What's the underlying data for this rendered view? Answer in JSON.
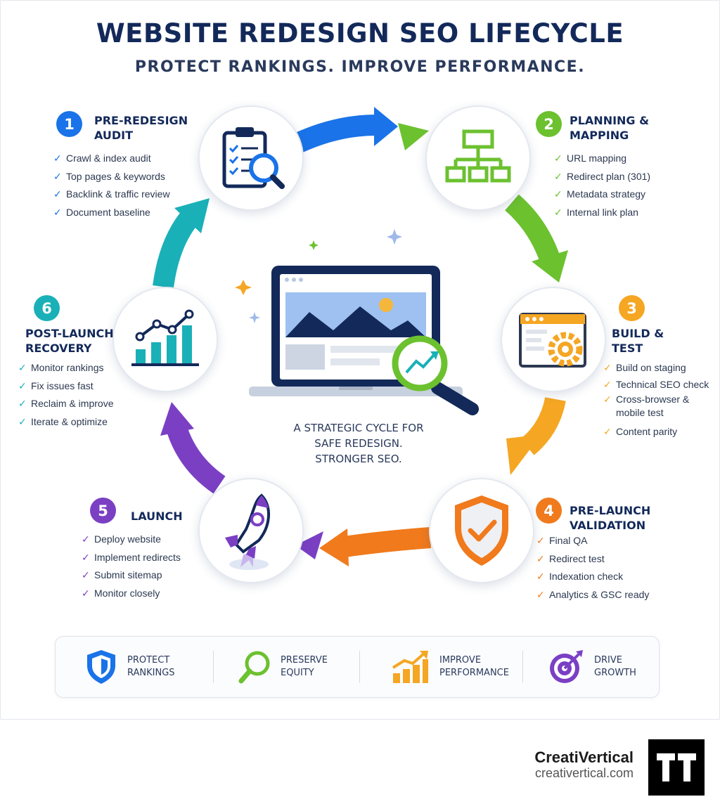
{
  "title": "WEBSITE REDESIGN SEO LIFECYCLE",
  "subtitle": "PROTECT RANKINGS. IMPROVE PERFORMANCE.",
  "center_text": "A STRATEGIC CYCLE FOR\nSAFE REDESIGN.\nSTRONGER SEO.",
  "stages": [
    {
      "number": "1",
      "title": "PRE-REDESIGN\nAUDIT",
      "color": "#1a73e8",
      "icon": "clipboard-search-icon",
      "items": [
        "Crawl & index audit",
        "Top pages & keywords",
        "Backlink & traffic review",
        "Document baseline"
      ]
    },
    {
      "number": "2",
      "title": "PLANNING &\nMAPPING",
      "color": "#6cc12f",
      "icon": "sitemap-icon",
      "items": [
        "URL mapping",
        "Redirect plan (301)",
        "Metadata strategy",
        "Internal link plan"
      ]
    },
    {
      "number": "3",
      "title": "BUILD &\nTEST",
      "color": "#f5a623",
      "icon": "browser-gear-icon",
      "items": [
        "Build on staging",
        "Technical SEO check",
        "Cross-browser &",
        "mobile test",
        "Content parity"
      ]
    },
    {
      "number": "4",
      "title": "PRE-LAUNCH\nVALIDATION",
      "color": "#f07a1c",
      "icon": "shield-check-icon",
      "items": [
        "Final QA",
        "Redirect test",
        "Indexation check",
        "Analytics & GSC ready"
      ]
    },
    {
      "number": "5",
      "title": "LAUNCH",
      "color": "#7b3fc4",
      "icon": "rocket-icon",
      "items": [
        "Deploy website",
        "Implement redirects",
        "Submit sitemap",
        "Monitor closely"
      ]
    },
    {
      "number": "6",
      "title": "POST-LAUNCH\nRECOVERY",
      "color": "#1ab0b8",
      "icon": "growth-chart-icon",
      "items": [
        "Monitor rankings",
        "Fix issues fast",
        "Reclaim & improve",
        "Iterate & optimize"
      ]
    }
  ],
  "benefits": [
    {
      "label": "PROTECT\nRANKINGS",
      "icon": "shield-icon",
      "color": "#1a73e8"
    },
    {
      "label": "PRESERVE\nEQUITY",
      "icon": "magnifier-icon",
      "color": "#6cc12f"
    },
    {
      "label": "IMPROVE\nPERFORMANCE",
      "icon": "bar-growth-icon",
      "color": "#f5a623"
    },
    {
      "label": "DRIVE\nGROWTH",
      "icon": "target-icon",
      "color": "#7b3fc4"
    }
  ],
  "brand": {
    "name": "CreatiVertical",
    "url": "creativertical.com",
    "icon": "tt-logo-icon"
  },
  "colors": {
    "navy": "#13295a",
    "text": "#2b3850"
  }
}
